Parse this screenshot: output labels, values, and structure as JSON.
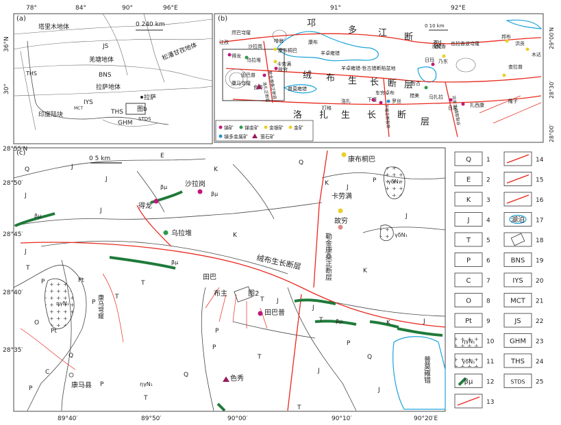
{
  "panel_a": {
    "label": "(a)",
    "lon_ticks": [
      "78°",
      "84°",
      "90°",
      "96°E"
    ],
    "lat_ticks": [
      "36°N",
      "30°"
    ],
    "scale": "0  240 km",
    "terranes": [
      "塔里木地体",
      "JS",
      "羌塘地体",
      "BNS",
      "拉萨地体",
      "IYS",
      "印度陆块",
      "松潘甘孜地体",
      "THS",
      "THS",
      "GHM",
      "STDS",
      "MCT"
    ],
    "city": "拉萨",
    "inset": "图b"
  },
  "panel_b": {
    "label": "(b)",
    "lon_ticks": [
      "91°",
      "92°E"
    ],
    "lat_ticks": [
      "29°00′N",
      "28°30′",
      "28°00′"
    ],
    "scale": "0    10 km",
    "big_labels": [
      "邛",
      "多",
      "江",
      "断",
      "裂",
      "绒",
      "布",
      "生",
      "长",
      "断",
      "层",
      "洛",
      "扎",
      "生",
      "长",
      "断",
      "层"
    ],
    "places": [
      "然巴穹窿",
      "江孜",
      "沙拉岗",
      "哈翁",
      "康布",
      "康布桐巴",
      "卡劳满",
      "羊卓雍错",
      "得龙",
      "乌拉堆",
      "故穷",
      "康马穹窿",
      "田巴普",
      "色秀",
      "普莫雍错",
      "羊卓雍错-哲古错断陷盆地",
      "洛扎",
      "打格",
      "哲古",
      "车穷卓布",
      "罗丝",
      "措美",
      "下嗄",
      "马扎拉",
      "日玛",
      "日果",
      "乃东",
      "扎西康",
      "沙拉香",
      "也拉香波穹窿",
      "邦布",
      "洪贡",
      "木达",
      "查拉普",
      "隆子",
      "洛扎正断层",
      "下嗄正断裂带",
      "邛多江-错那裂谷",
      "勒金康桑正断层"
    ],
    "legend": [
      "锑矿",
      "锑金矿",
      "金银矿",
      "金矿",
      "锑多金属矿",
      "萤石矿"
    ]
  },
  "panel_c": {
    "label": "(c)",
    "lat_ticks": [
      "28°55′N",
      "28°50′",
      "28°45′",
      "28°40′",
      "28°35′"
    ],
    "lon_ticks": [
      "89°40′",
      "89°50′",
      "90°00′",
      "90°10′",
      "90°20′E"
    ],
    "scale": "0   5 km",
    "units": [
      "Q",
      "J",
      "E",
      "K",
      "J",
      "J",
      "J",
      "K",
      "Q",
      "K",
      "J",
      "P",
      "J",
      "K",
      "J",
      "T",
      "T",
      "P",
      "Pt",
      "T",
      "P",
      "O",
      "Pt",
      "C",
      "P",
      "Q",
      "T",
      "T",
      "P",
      "P",
      "T",
      "J",
      "Q",
      "P",
      "J",
      "J",
      "J",
      "K",
      "T",
      "P",
      "T",
      "J",
      "Q"
    ],
    "places": [
      "沙拉岗",
      "得龙",
      "乌拉堆",
      "康布桐巴",
      "卡劳满",
      "故穷",
      "康马穹窿",
      "田巴",
      "布主",
      "图2",
      "田巴普",
      "康马县",
      "色秀",
      "普莫雍错"
    ],
    "faults": [
      "绒布生长断层",
      "勒金康桑正断层"
    ],
    "rock_symbols": [
      "βμ",
      "βμ",
      "βμ",
      "βμ",
      "βμ",
      "γδN₁",
      "γδN₁",
      "ηγN₁",
      "ηγN₁"
    ]
  },
  "legend": {
    "items": [
      {
        "sym": "Q",
        "n": "1"
      },
      {
        "sym": "E",
        "n": "2"
      },
      {
        "sym": "K",
        "n": "3"
      },
      {
        "sym": "J",
        "n": "4"
      },
      {
        "sym": "T",
        "n": "5"
      },
      {
        "sym": "P",
        "n": "6"
      },
      {
        "sym": "C",
        "n": "7"
      },
      {
        "sym": "O",
        "n": "8"
      },
      {
        "sym": "Pt",
        "n": "9"
      },
      {
        "sym": "ηγN₁",
        "n": "10"
      },
      {
        "sym": "γδN₁",
        "n": "11"
      },
      {
        "sym": "βμ",
        "n": "12"
      },
      {
        "sym": "",
        "n": "13"
      },
      {
        "sym": "",
        "n": "14"
      },
      {
        "sym": "",
        "n": "15"
      },
      {
        "sym": "",
        "n": "16"
      },
      {
        "sym": "湖泊",
        "n": "17"
      },
      {
        "sym": "",
        "n": "18"
      },
      {
        "sym": "BNS",
        "n": "19"
      },
      {
        "sym": "IYS",
        "n": "20"
      },
      {
        "sym": "MCT",
        "n": "21"
      },
      {
        "sym": "JS",
        "n": "22"
      },
      {
        "sym": "GHM",
        "n": "23"
      },
      {
        "sym": "THS",
        "n": "24"
      },
      {
        "sym": "STDS",
        "n": "25"
      }
    ]
  },
  "colors": {
    "fault": "#e8281c",
    "lake": "#1aa3d9",
    "basalt": "#1f7a3a",
    "antimony": "#c0187a",
    "antimony_gold": "#2e9b4a",
    "gold_silver": "#e8d12a",
    "gold": "#f0d020",
    "polymetal": "#2a8fd6",
    "fluorite": "#9a1a5a"
  }
}
